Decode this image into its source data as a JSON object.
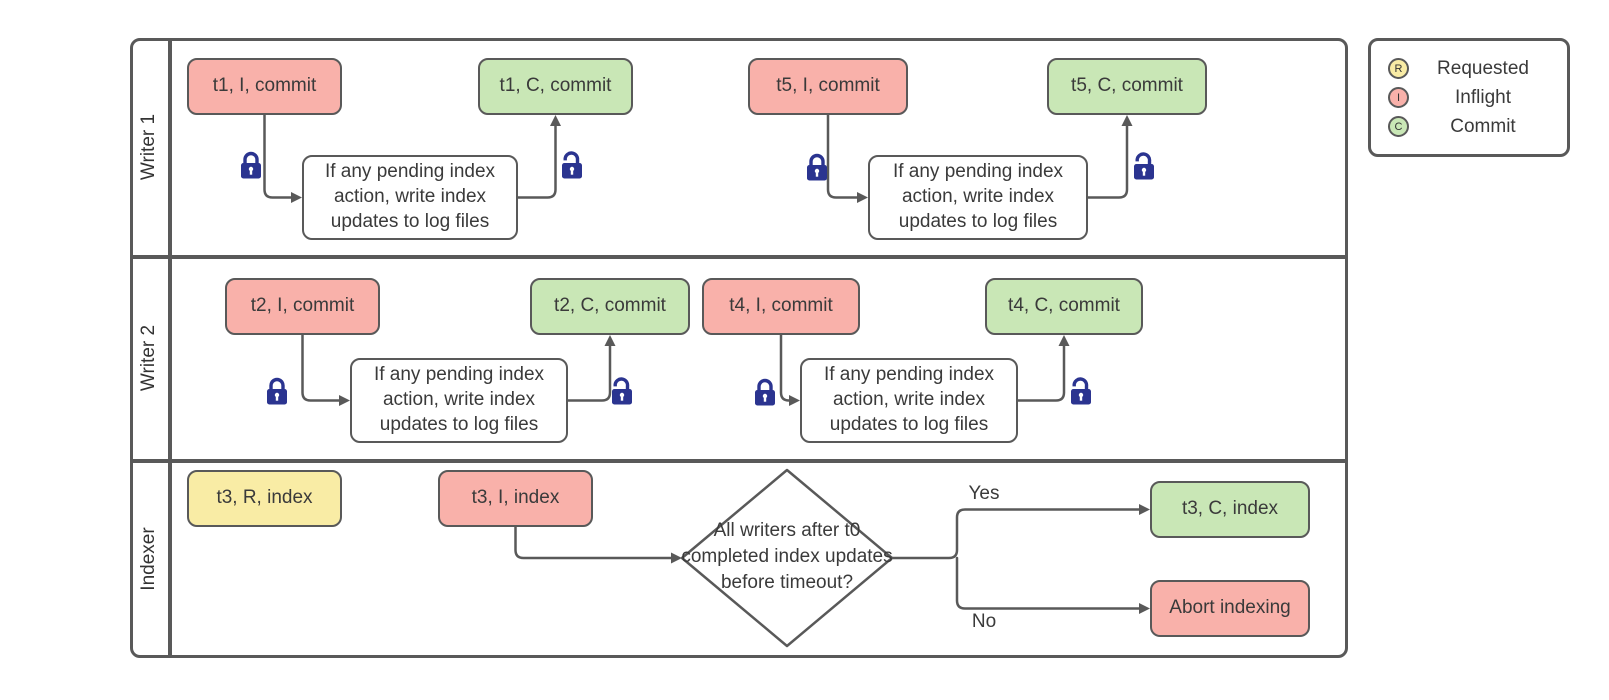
{
  "colors": {
    "box_border": "#595959",
    "connector": "#595959",
    "text": "#3A3A3A",
    "inflight_pink": "#F9B1AA",
    "commit_green": "#C9E7B6",
    "requested_yellow": "#F9ECA5",
    "lock_navy": "#2B3490",
    "background": "#FFFFFF"
  },
  "lanes": [
    {
      "label": "Writer 1"
    },
    {
      "label": "Writer 2"
    },
    {
      "label": "Indexer"
    }
  ],
  "nodes": {
    "t1_inflight": "t1, I, commit",
    "t1_commit": "t1, C, commit",
    "t5_inflight": "t5, I, commit",
    "t5_commit": "t5, C, commit",
    "t2_inflight": "t2, I, commit",
    "t2_commit": "t2, C, commit",
    "t4_inflight": "t4, I, commit",
    "t4_commit": "t4, C, commit",
    "t3_requested": "t3, R, index",
    "t3_inflight": "t3, I, index",
    "t3_commit": "t3, C, index",
    "abort": "Abort indexing",
    "process_w1_left": "If any pending index\naction, write index\nupdates to log files",
    "process_w1_right": "If any pending index\naction, write index\nupdates to log files",
    "process_w2_left": "If any pending index\naction, write index\nupdates to log files",
    "process_w2_right": "If any pending index\naction, write index\nupdates to log files",
    "decision": "All writers after t0\ncompleted index updates\nbefore timeout?"
  },
  "edge_labels": {
    "yes": "Yes",
    "no": "No"
  },
  "legend": {
    "items": [
      {
        "letter": "R",
        "label": "Requested",
        "color": "#F9ECA5"
      },
      {
        "letter": "I",
        "label": "Inflight",
        "color": "#F9B1AA"
      },
      {
        "letter": "C",
        "label": "Commit",
        "color": "#C9E7B6"
      }
    ]
  }
}
